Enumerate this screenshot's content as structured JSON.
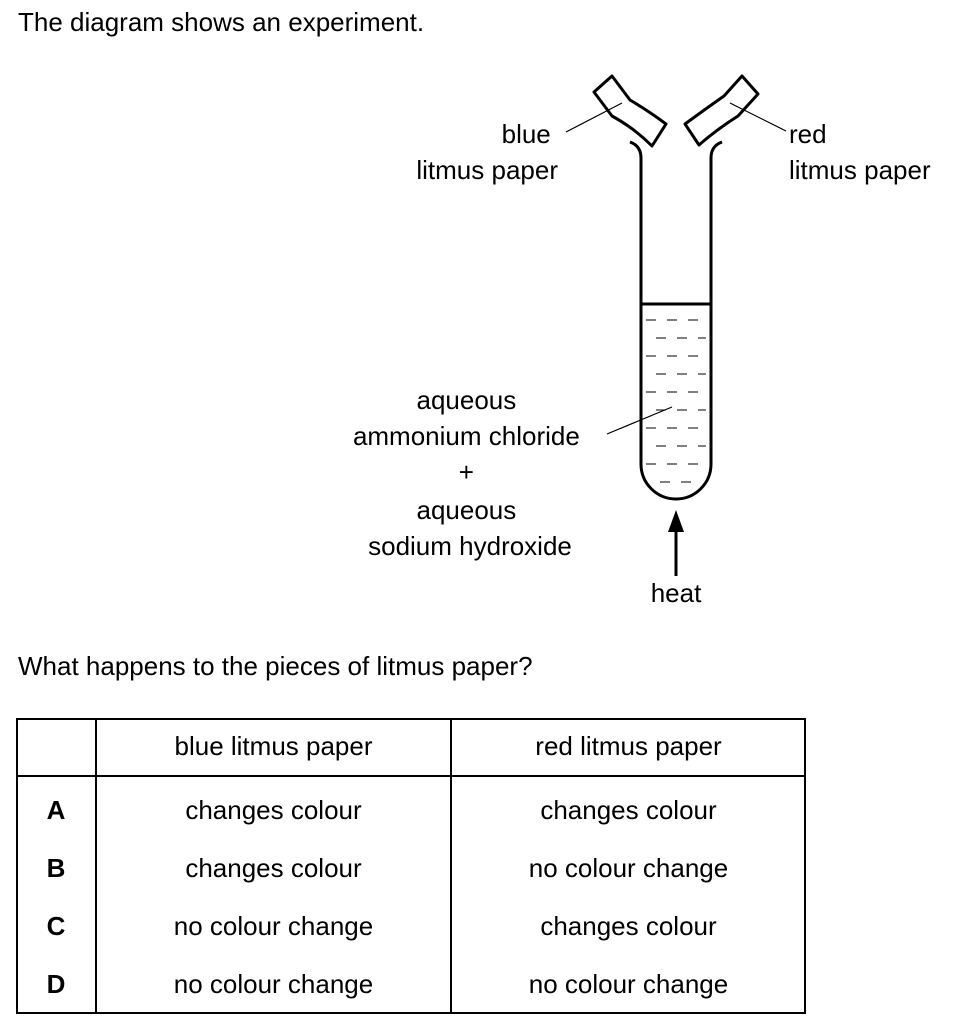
{
  "intro": "The diagram shows an experiment.",
  "diagram": {
    "blue_label": [
      "blue",
      "litmus paper"
    ],
    "red_label": [
      "red",
      "litmus paper"
    ],
    "mixture_label": [
      "aqueous",
      "ammonium chloride",
      "+",
      "aqueous",
      "sodium hydroxide"
    ],
    "heat_label": "heat"
  },
  "question": "What happens to the pieces of litmus paper?",
  "table": {
    "headers": [
      "",
      "blue litmus paper",
      "red litmus paper"
    ],
    "rows": [
      {
        "key": "A",
        "blue": "changes colour",
        "red": "changes colour"
      },
      {
        "key": "B",
        "blue": "changes colour",
        "red": "no colour change"
      },
      {
        "key": "C",
        "blue": "no colour change",
        "red": "changes colour"
      },
      {
        "key": "D",
        "blue": "no colour change",
        "red": "no colour change"
      }
    ]
  }
}
